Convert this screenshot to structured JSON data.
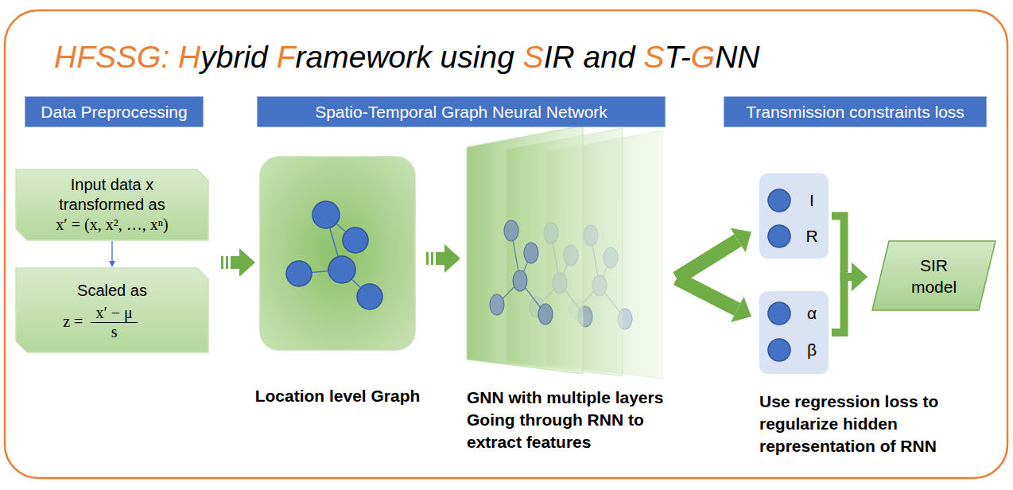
{
  "diagram": {
    "title": "HFSSG: Hybrid Framework using SIR and ST-GNN",
    "nodes": [
      {
        "text": [
          "Data Preprocessing"
        ]
      },
      {
        "text": [
          "Spatio-Temporal Graph Neural Network"
        ]
      },
      {
        "text": [
          "Transmission constraints loss"
        ]
      },
      {
        "text": [
          "Input data x transformed as",
          "x′ = (x, x², …, xⁿ)"
        ]
      },
      {
        "text": [
          "Scaled as",
          "z =",
          "x′ − μ",
          "s"
        ]
      },
      {
        "text": [
          "Location level Graph"
        ]
      },
      {
        "text": [
          "GNN with multiple layers Going through RNN to extract features"
        ]
      },
      {
        "text": [
          "I",
          "R"
        ]
      },
      {
        "text": [
          "α",
          "β"
        ]
      },
      {
        "text": [
          "SIR model"
        ]
      }
    ],
    "edges": [
      {
        "from": 3,
        "to": 4,
        "arrow": "to"
      },
      {
        "from": 4,
        "to": 5,
        "arrow": "to"
      },
      {
        "from": 5,
        "to": 6,
        "arrow": "to"
      },
      {
        "from": 6,
        "to": 7,
        "arrow": "to"
      },
      {
        "from": 6,
        "to": 8,
        "arrow": "to"
      },
      {
        "from": 7,
        "to": 9,
        "arrow": "to"
      },
      {
        "from": 8,
        "to": 9,
        "arrow": "to"
      }
    ],
    "labels": [
      "Use regression loss to regularize hidden representation of RNN"
    ]
  }
}
